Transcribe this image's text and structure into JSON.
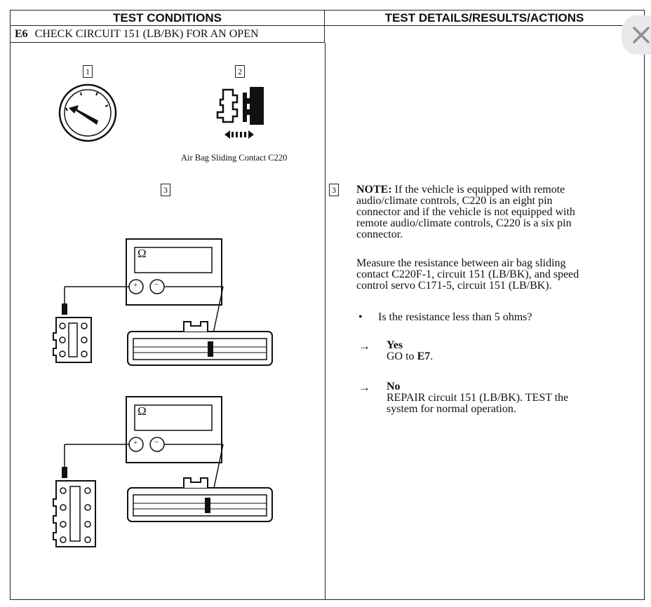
{
  "header": {
    "left": "TEST CONDITIONS",
    "right": "TEST DETAILS/RESULTS/ACTIONS"
  },
  "step": {
    "id": "E6",
    "title": "CHECK CIRCUIT 151 (LB/BK) FOR AN OPEN"
  },
  "figures": {
    "box1": "1",
    "box2": "2",
    "box3": "3",
    "connector_caption": "Air Bag Sliding Contact C220",
    "meter1_symbol": "Ω",
    "meter2_symbol": "Ω",
    "plus": "+",
    "minus": "−"
  },
  "details": {
    "ref_box": "3",
    "note_label": "NOTE:",
    "note_lines": [
      "If the vehicle is equipped with remote",
      "audio/climate controls, C220 is an eight pin",
      "connector and if the vehicle is not equipped with",
      "remote audio/climate controls, C220 is a six pin",
      "connector."
    ],
    "measure_lines": [
      "Measure the resistance between air bag sliding",
      "contact C220F-1, circuit 151 (LB/BK), and speed",
      "control servo C171-5, circuit 151 (LB/BK)."
    ],
    "question": "Is the resistance less than 5 ohms?",
    "yes_label": "Yes",
    "yes_action_prefix": "GO to ",
    "yes_action_target": "E7",
    "yes_action_suffix": ".",
    "no_label": "No",
    "no_lines": [
      "REPAIR circuit 151 (LB/BK). TEST the",
      "system for normal operation."
    ]
  },
  "icons": {
    "close": "close-icon",
    "bullet": "•",
    "arrow": "→"
  }
}
